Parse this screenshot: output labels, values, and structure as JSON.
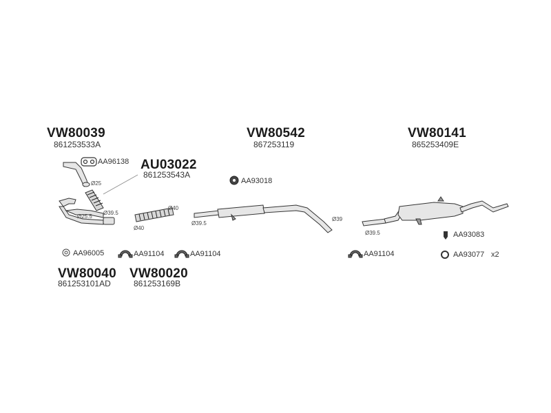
{
  "groups": {
    "g1": {
      "code": "VW80039",
      "pn": "861253533A"
    },
    "g2": {
      "code": "AU03022",
      "pn": "861253543A"
    },
    "g3": {
      "code": "VW80542",
      "pn": "867253119"
    },
    "g4": {
      "code": "VW80141",
      "pn": "865253409E"
    },
    "g5": {
      "code": "VW80040",
      "pn": "861253101AD"
    },
    "g6": {
      "code": "VW80020",
      "pn": "861253169B"
    }
  },
  "parts": {
    "gasket": "AA96138",
    "bracket_mid": "AA93018",
    "seal_left": "AA96005",
    "clamp1": "AA91104",
    "clamp2": "AA91104",
    "clamp3": "AA91104",
    "hanger": "AA93083",
    "ring": "AA93077",
    "ring_qty": "x2"
  },
  "dimensions": {
    "d25a": "Ø25",
    "d25_5": "Ø25.5",
    "d39_5a": "Ø39.5",
    "d40a": "Ø40",
    "d40b": "Ø40",
    "d39_5b": "Ø39.5",
    "d39": "Ø39",
    "d39_5c": "Ø39.5"
  }
}
